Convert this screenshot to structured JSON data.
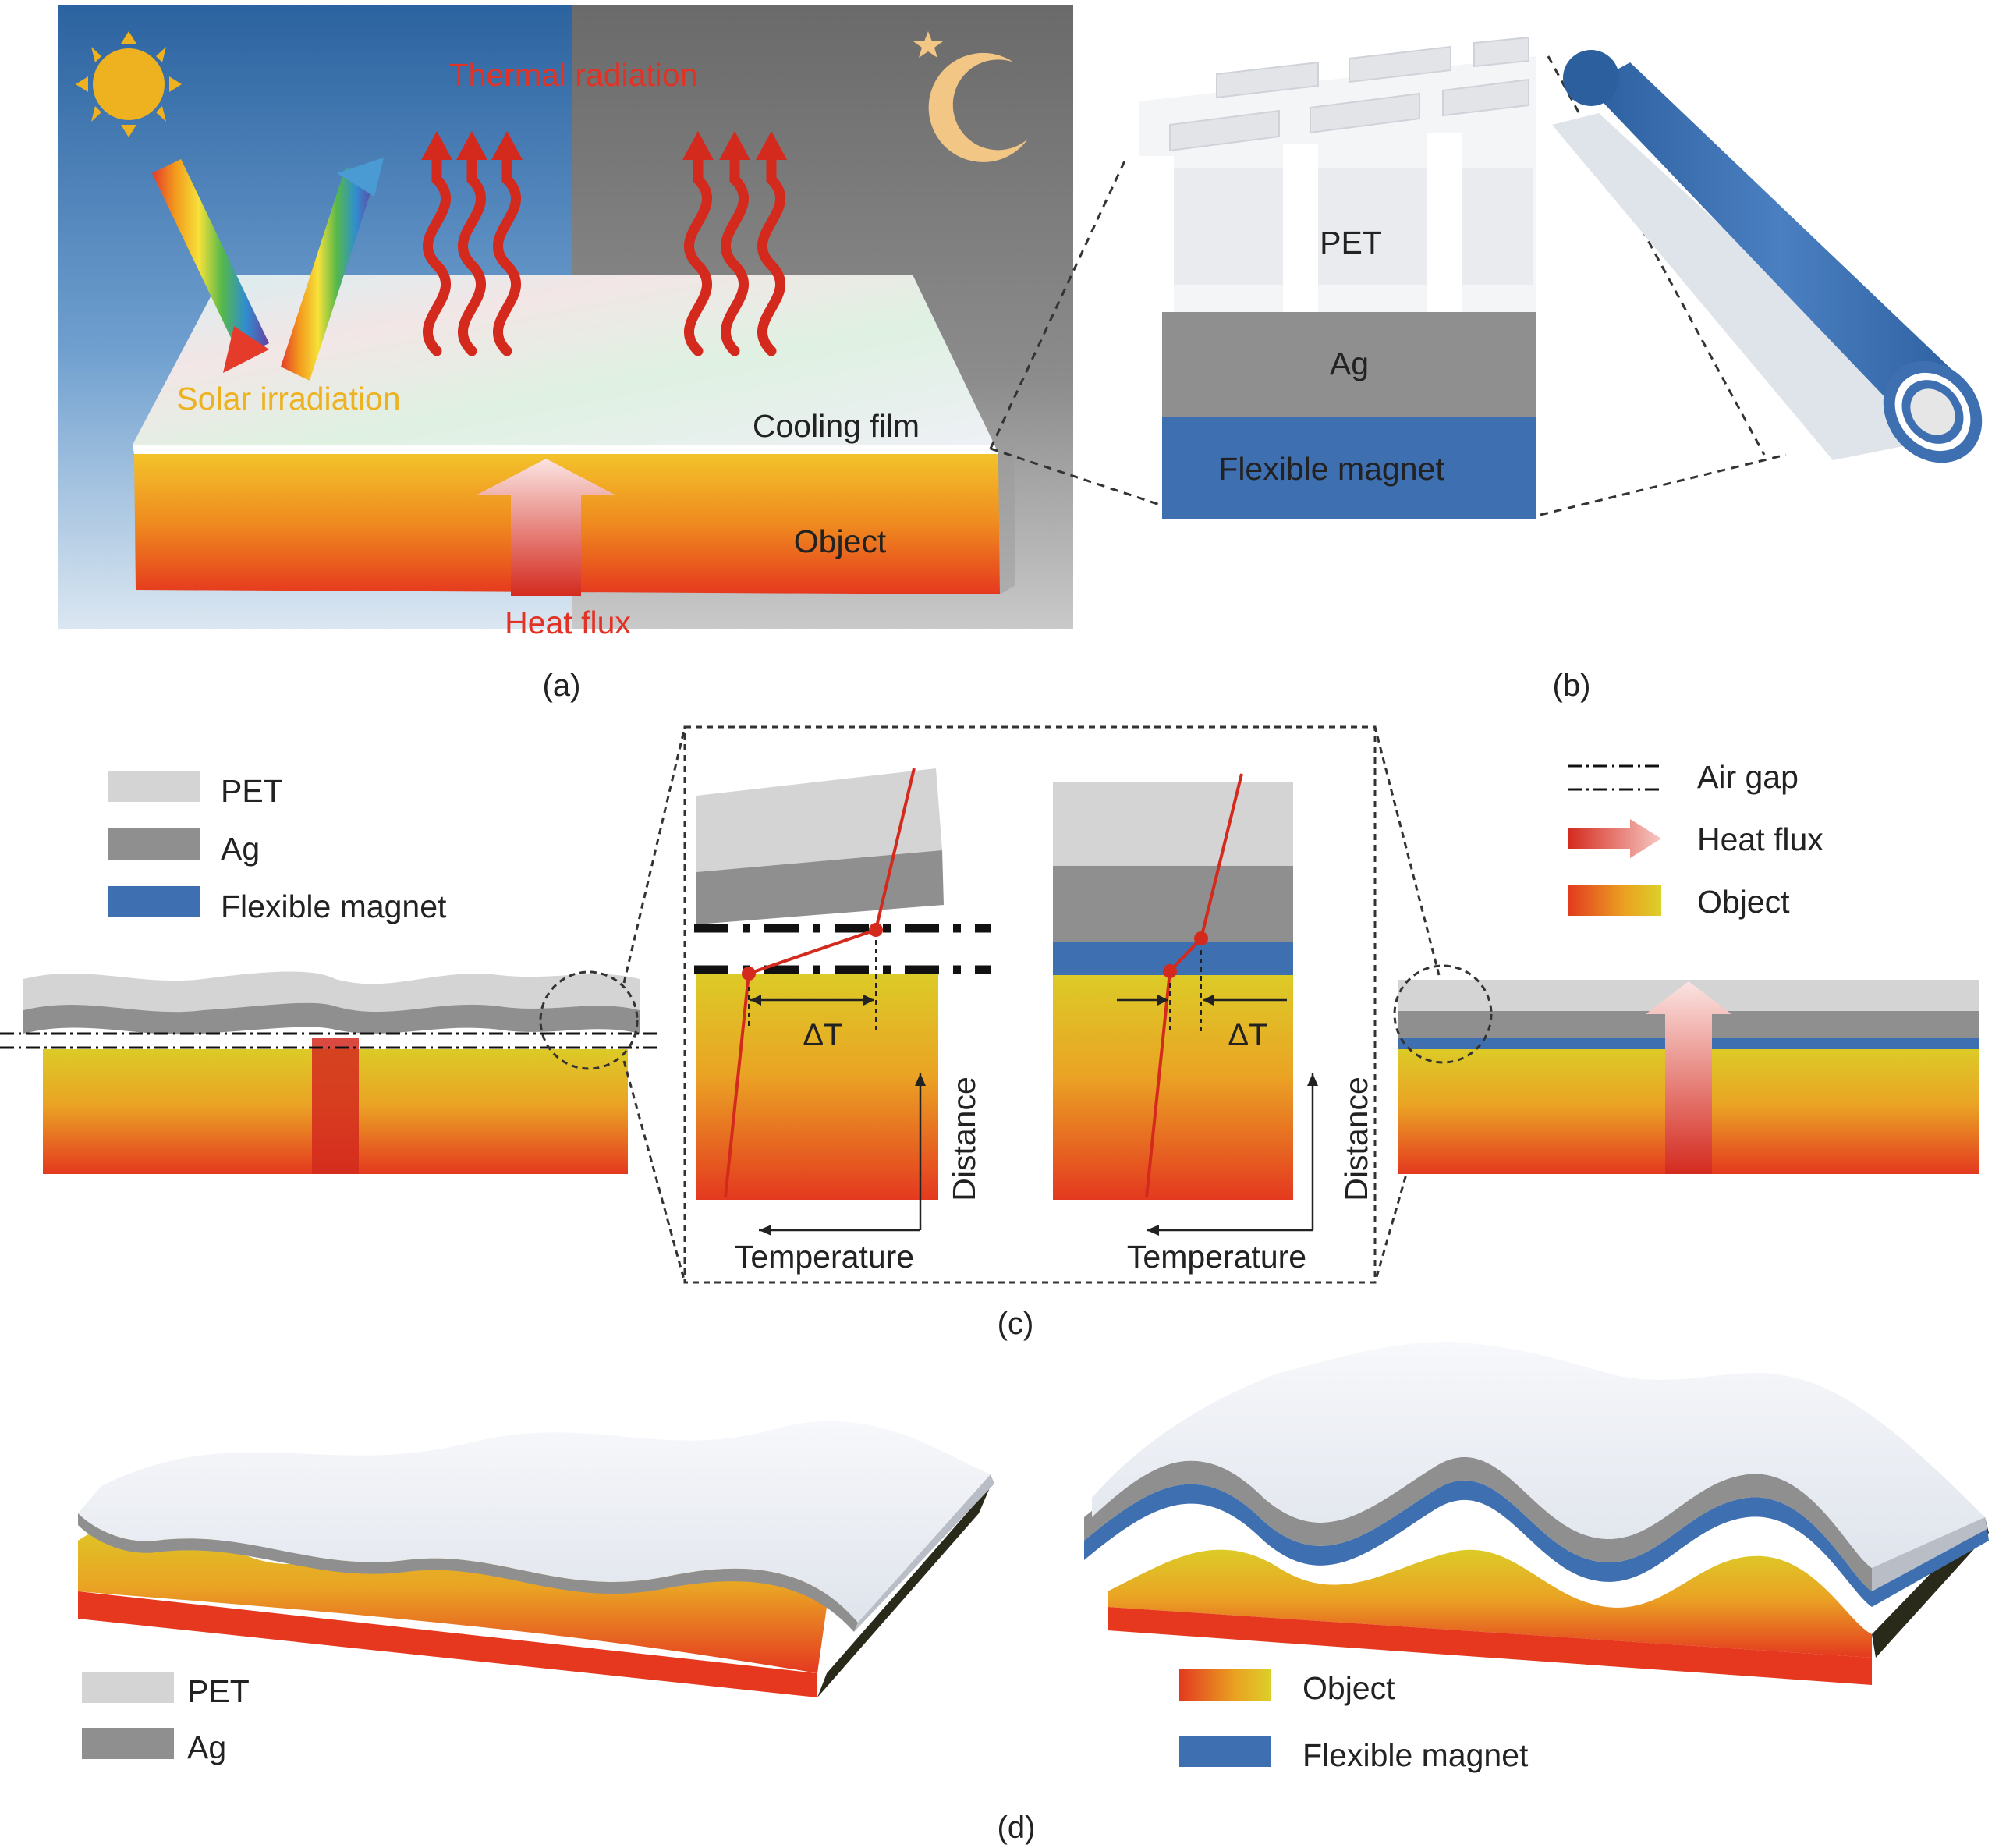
{
  "panel_a": {
    "caption": "(a)",
    "thermal_radiation": "Thermal radiation",
    "solar_irradiation": "Solar irradiation",
    "cooling_film": "Cooling film",
    "object": "Object",
    "heat_flux": "Heat flux",
    "colors": {
      "day_sky": "#2f6aa5",
      "night_sky": "#6f6f6f",
      "sun": "#eeb120",
      "moon": "#f2c685",
      "arrow_red": "#d42a1e"
    }
  },
  "panel_b": {
    "caption": "(b)",
    "pet": "PET",
    "ag": "Ag",
    "flexible_magnet": "Flexible magnet",
    "colors": {
      "pet": "#f4f5f7",
      "ag": "#8f8f8f",
      "magnet": "#3e6fb1"
    }
  },
  "panel_c": {
    "caption": "(c)",
    "legend_left": [
      "PET",
      "Ag",
      "Flexible magnet"
    ],
    "legend_right": [
      "Air gap",
      "Heat flux",
      "Object"
    ],
    "delta_t": "ΔT",
    "temperature": "Temperature",
    "distance": "Distance"
  },
  "panel_d": {
    "caption": "(d)",
    "legend_left": [
      "PET",
      "Ag"
    ],
    "legend_right": [
      "Object",
      "Flexible magnet"
    ]
  }
}
